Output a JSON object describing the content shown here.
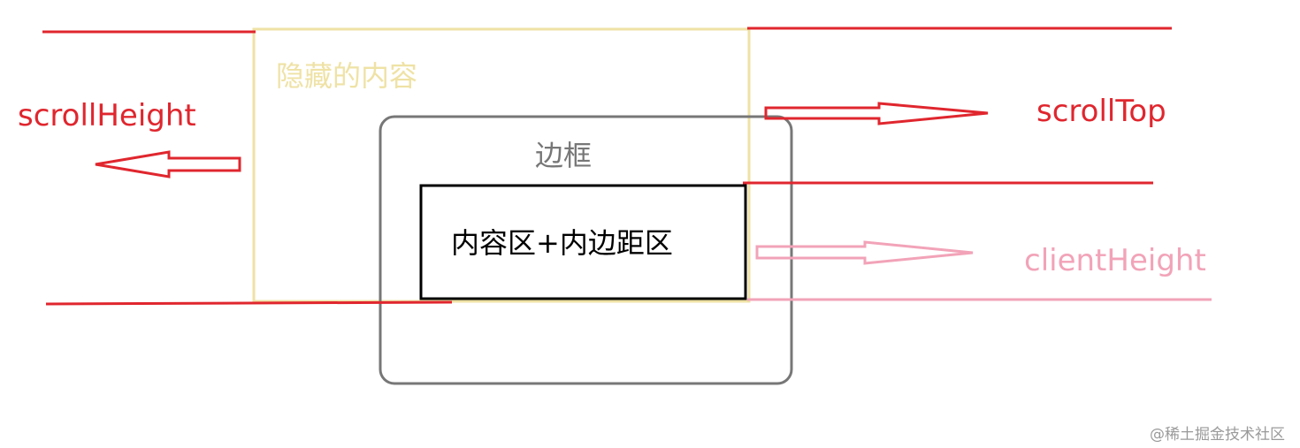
{
  "labels": {
    "scroll_height": "scrollHeight",
    "scroll_top": "scrollTop",
    "client_height": "clientHeight",
    "hidden_content": "隐藏的内容",
    "border": "边框",
    "content_padding": "内容区+内边距区"
  },
  "watermark": "@稀土掘金技术社区",
  "colors": {
    "scroll_red": "#e0262e",
    "client_pink": "#f2a3b8",
    "hidden_yellow": "#efe2a5",
    "border_gray": "#777777",
    "content_black": "#000000"
  }
}
